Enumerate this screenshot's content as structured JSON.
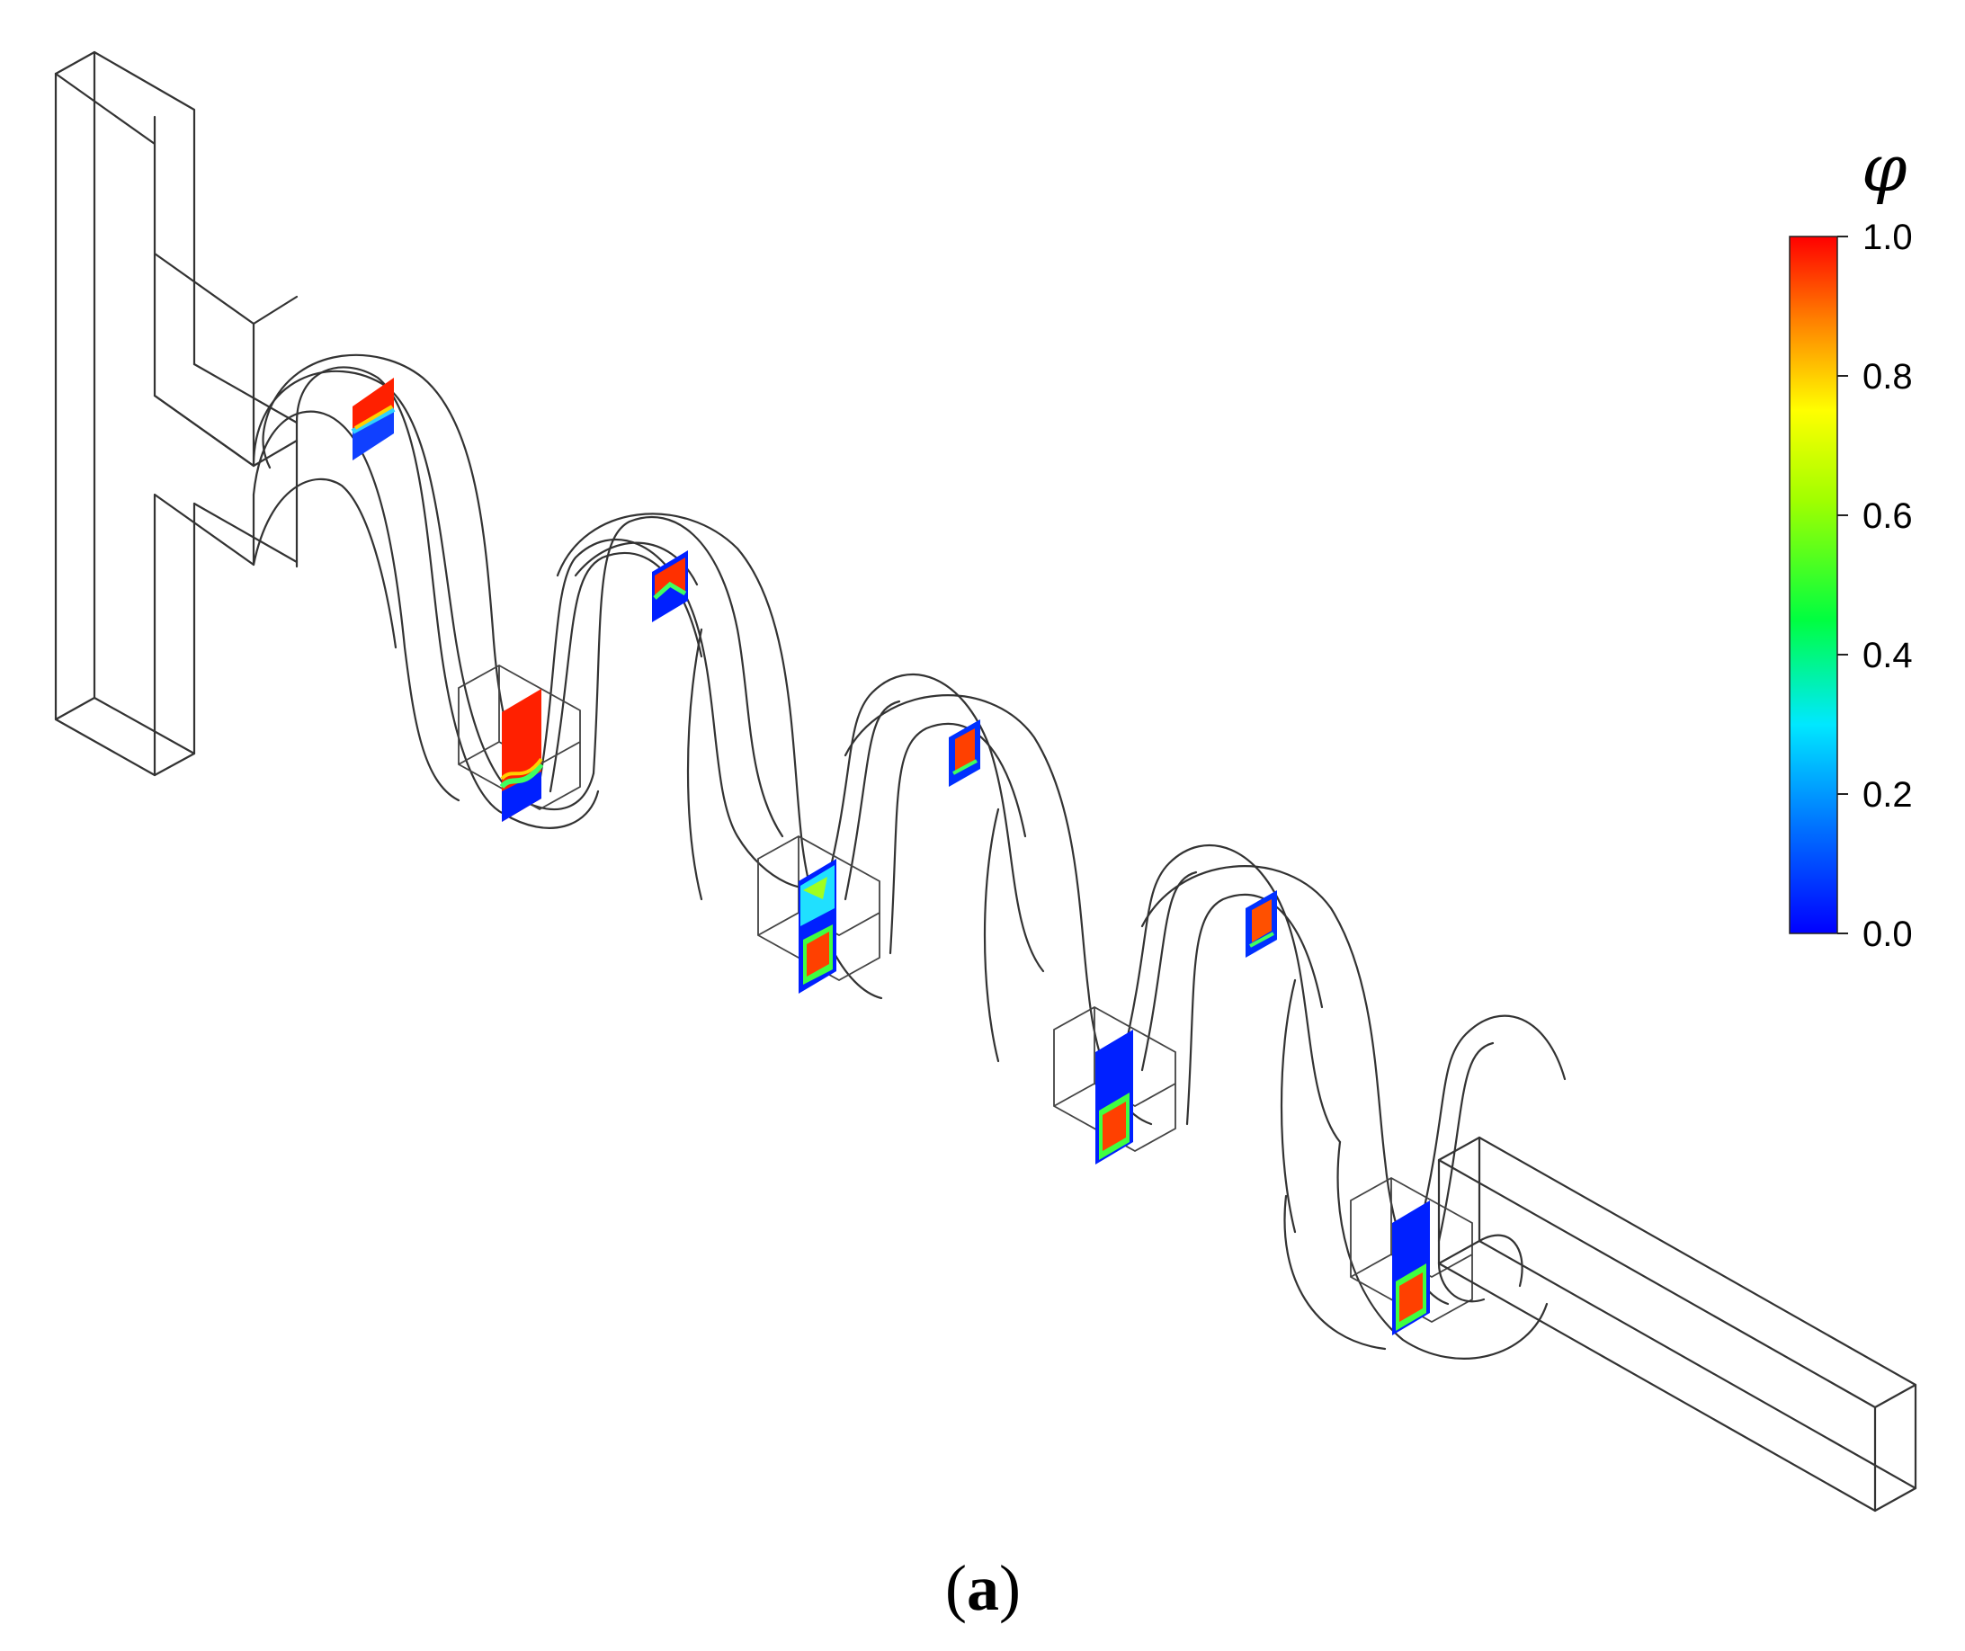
{
  "colorbar": {
    "title": "φ",
    "ticks": [
      "1.0",
      "0.8",
      "0.6",
      "0.4",
      "0.2",
      "0.0"
    ],
    "range": [
      0.0,
      1.0
    ],
    "colormap": [
      "#0000ff",
      "#0080ff",
      "#00ffff",
      "#00ff00",
      "#ffff00",
      "#ff8000",
      "#ff0000"
    ]
  },
  "panel_label": {
    "open": "(",
    "letter": "a",
    "close": ")"
  }
}
